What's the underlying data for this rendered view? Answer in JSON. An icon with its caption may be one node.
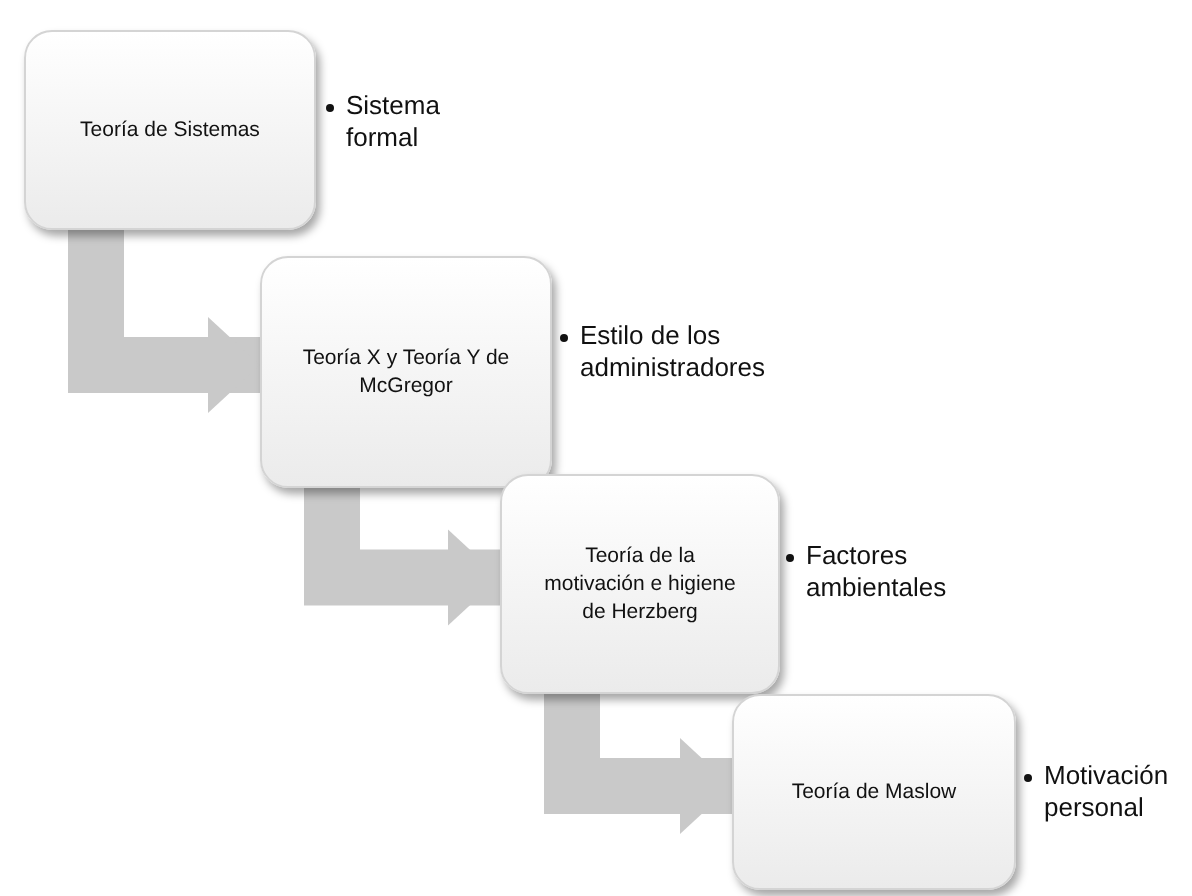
{
  "diagram": {
    "nodes": [
      {
        "text": [
          "Teoría de Sistemas"
        ],
        "beside": [
          "Sistema formal"
        ]
      },
      {
        "text": [
          "Teoría X y Teoría Y de McGregor"
        ],
        "beside": [
          "Estilo de los administradores"
        ]
      },
      {
        "text": [
          "Teoría de la motivación e higiene de Herzberg"
        ],
        "beside": [
          "Factores ambientales"
        ]
      },
      {
        "text": [
          "Teoría de Maslow"
        ],
        "beside": [
          "Motivación personal"
        ]
      }
    ],
    "edges": [
      {
        "from": 0,
        "to": 1,
        "arrow": "to"
      },
      {
        "from": 1,
        "to": 2,
        "arrow": "to"
      },
      {
        "from": 2,
        "to": 3,
        "arrow": "to"
      }
    ]
  }
}
